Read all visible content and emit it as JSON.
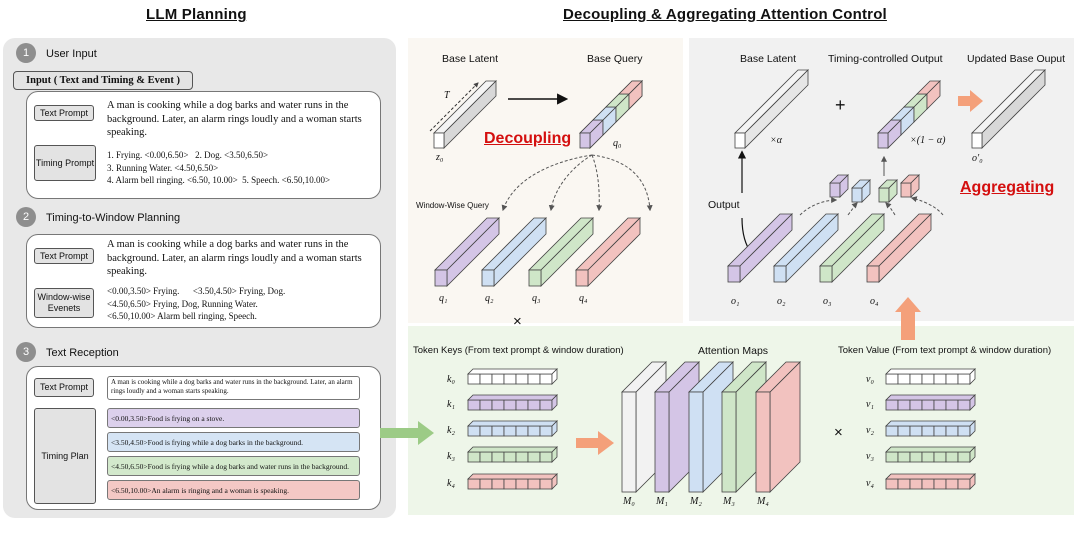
{
  "titles": {
    "left": "LLM Planning",
    "right": "Decoupling & Aggregating Attention Control"
  },
  "step1": {
    "num": "1",
    "title": "User Input",
    "input_header": "Input ( Text and Timing & Event )",
    "text_prompt_tag": "Text Prompt",
    "text_prompt": "A man is cooking while a dog barks and water runs in the background. Later, an alarm rings loudly and a woman starts speaking.",
    "timing_prompt_tag": "Timing Prompt",
    "timing_lines": [
      "1. Frying. <0.00,6.50>   2. Dog. <3.50,6.50>",
      "3. Running Water. <4.50,6.50>",
      "4. Alarm bell ringing. <6.50, 10.00>  5. Speech. <6.50,10.00>"
    ]
  },
  "step2": {
    "num": "2",
    "title": "Timing-to-Window Planning",
    "text_prompt_tag": "Text Prompt",
    "text_prompt": "A man is cooking while a dog barks and water runs in the background. Later, an alarm rings loudly and a woman starts speaking.",
    "events_tag": "Window-wise Evenets",
    "event_lines": [
      "<0.00,3.50> Frying.      <3.50,4.50> Frying, Dog.",
      "<4.50,6.50> Frying, Dog, Running Water.",
      "<6.50,10.00> Alarm bell ringing, Speech."
    ]
  },
  "step3": {
    "num": "3",
    "title": "Text Reception",
    "text_prompt_tag": "Text Prompt",
    "text_prompt": "A man is cooking while a dog barks and water runs in the background. Later, an alarm rings loudly and a woman starts speaking.",
    "plan_tag": "Timing Plan",
    "plans": [
      "<0.00,3.50>Food is frying on a stove.",
      "<3.50,4.50>Food is frying while a dog barks in the background.",
      "<4.50,6.50>Food is frying while a dog barks and water runs in the background.",
      "<6.50,10.00>An alarm is ringing and a woman is speaking."
    ]
  },
  "decoupling": {
    "base_latent": "Base Latent",
    "base_query": "Base Query",
    "word": "Decoupling",
    "window_query": "Window-Wise Query",
    "T": "T",
    "z0": "z₀",
    "q0": "q₀",
    "q_labels": [
      "q₁",
      "q₂",
      "q₃",
      "q₄"
    ],
    "times": "×"
  },
  "aggregating": {
    "base_latent": "Base Latent",
    "timing_output": "Timing-controlled Output",
    "updated": "Updated Base Ouput",
    "word": "Aggregating",
    "output": "Output",
    "alpha": "×α",
    "one_minus_alpha": "×(1 − α)",
    "plus": "+",
    "o0p": "o′₀",
    "o_labels": [
      "o₁",
      "o₂",
      "o₃",
      "o₄"
    ]
  },
  "bottom": {
    "token_keys": "Token Keys (From text prompt & window duration)",
    "attention_maps": "Attention Maps",
    "token_value": "Token Value (From text prompt & window duration)",
    "k_labels": [
      "k₀",
      "k₁",
      "k₂",
      "k₃",
      "k₄"
    ],
    "v_labels": [
      "v₀",
      "v₁",
      "v₂",
      "v₃",
      "v₄"
    ],
    "m_labels": [
      "M₀",
      "M₁",
      "M₂",
      "M₃",
      "M₄"
    ],
    "times": "×"
  },
  "colors": {
    "purple": "#d4c5e6",
    "blue": "#cfe0f3",
    "green": "#cfe6c8",
    "red": "#f2c2bf",
    "gray": "#f2f2f2",
    "accent_red": "#d40f0f",
    "arrow_orange": "#f4a07a",
    "arrow_green": "#9ccb86"
  }
}
